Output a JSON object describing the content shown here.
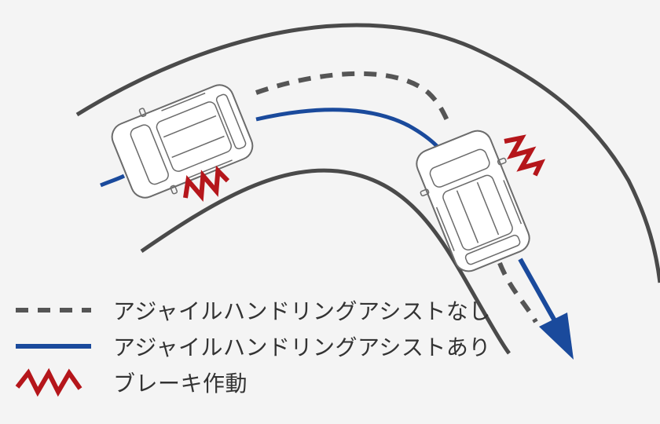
{
  "colors": {
    "background": "#f4f4f4",
    "road_edge": "#4a4a4a",
    "path_without_assist": "#555555",
    "path_with_assist": "#1a4a9c",
    "brake": "#b5161b",
    "car_body": "#ffffff",
    "car_outline": "#6b6b6b",
    "text": "#333333"
  },
  "legend": {
    "without_assist": {
      "label": "アジャイルハンドリングアシストなし",
      "line_style": "dashed",
      "icon": "dashed-line-icon"
    },
    "with_assist": {
      "label": "アジャイルハンドリングアシストあり",
      "line_style": "solid",
      "icon": "solid-line-icon"
    },
    "brake": {
      "label": "ブレーキ作動",
      "icon": "brake-zigzag-icon"
    }
  }
}
